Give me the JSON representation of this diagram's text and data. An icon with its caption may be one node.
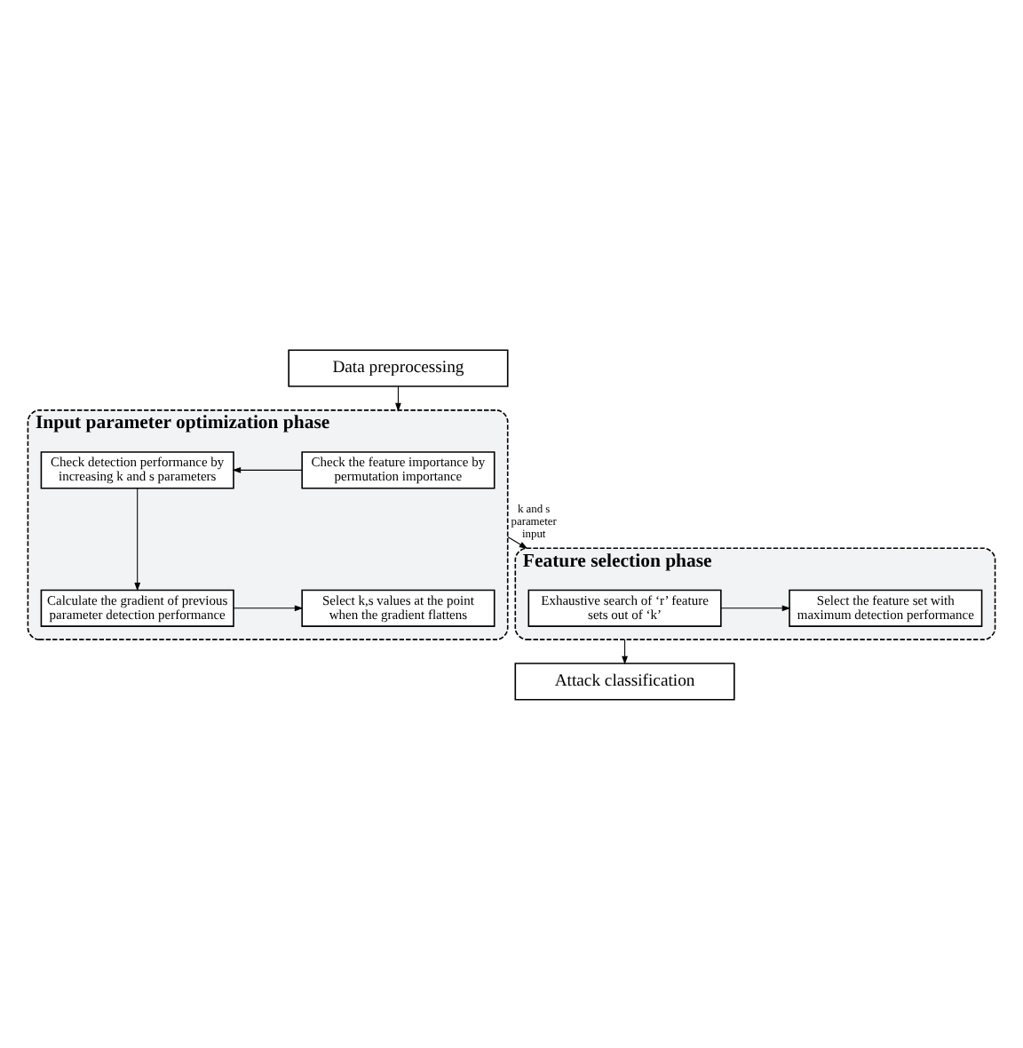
{
  "diagram": {
    "nodes": [
      {
        "text": [
          "Data preprocessing"
        ]
      },
      {
        "text": [
          "Input parameter optimization phase"
        ]
      },
      {
        "text": [
          "Check the feature importance by permutation importance"
        ],
        "in": 1
      },
      {
        "text": [
          "Check detection performance by increasing k and s parameters"
        ],
        "in": 1
      },
      {
        "text": [
          "Select k,s values at the point when the gradient flattens"
        ],
        "in": 1
      },
      {
        "text": [
          "Calculate the gradient of previous parameter detection performance"
        ],
        "in": 1
      },
      {
        "text": [
          "Feature selection phase"
        ]
      },
      {
        "text": [
          "Exhaustive search of ‘r’ feature sets out of ‘k’"
        ],
        "in": 6
      },
      {
        "text": [
          "Select the feature set with maximum detection performance"
        ],
        "in": 6
      },
      {
        "text": [
          "Attack classification"
        ]
      }
    ],
    "edges": [
      {
        "from": 0,
        "to": 1,
        "arrow": "to"
      },
      {
        "from": 2,
        "to": 3,
        "arrow": "to"
      },
      {
        "from": 3,
        "to": 5,
        "arrow": "to"
      },
      {
        "from": 5,
        "to": 4,
        "arrow": "to"
      },
      {
        "from": 1,
        "to": 6,
        "arrow": "to",
        "label": "k and s parameter input"
      },
      {
        "from": 7,
        "to": 8,
        "arrow": "to"
      },
      {
        "from": 6,
        "to": 9,
        "arrow": "to"
      }
    ]
  }
}
